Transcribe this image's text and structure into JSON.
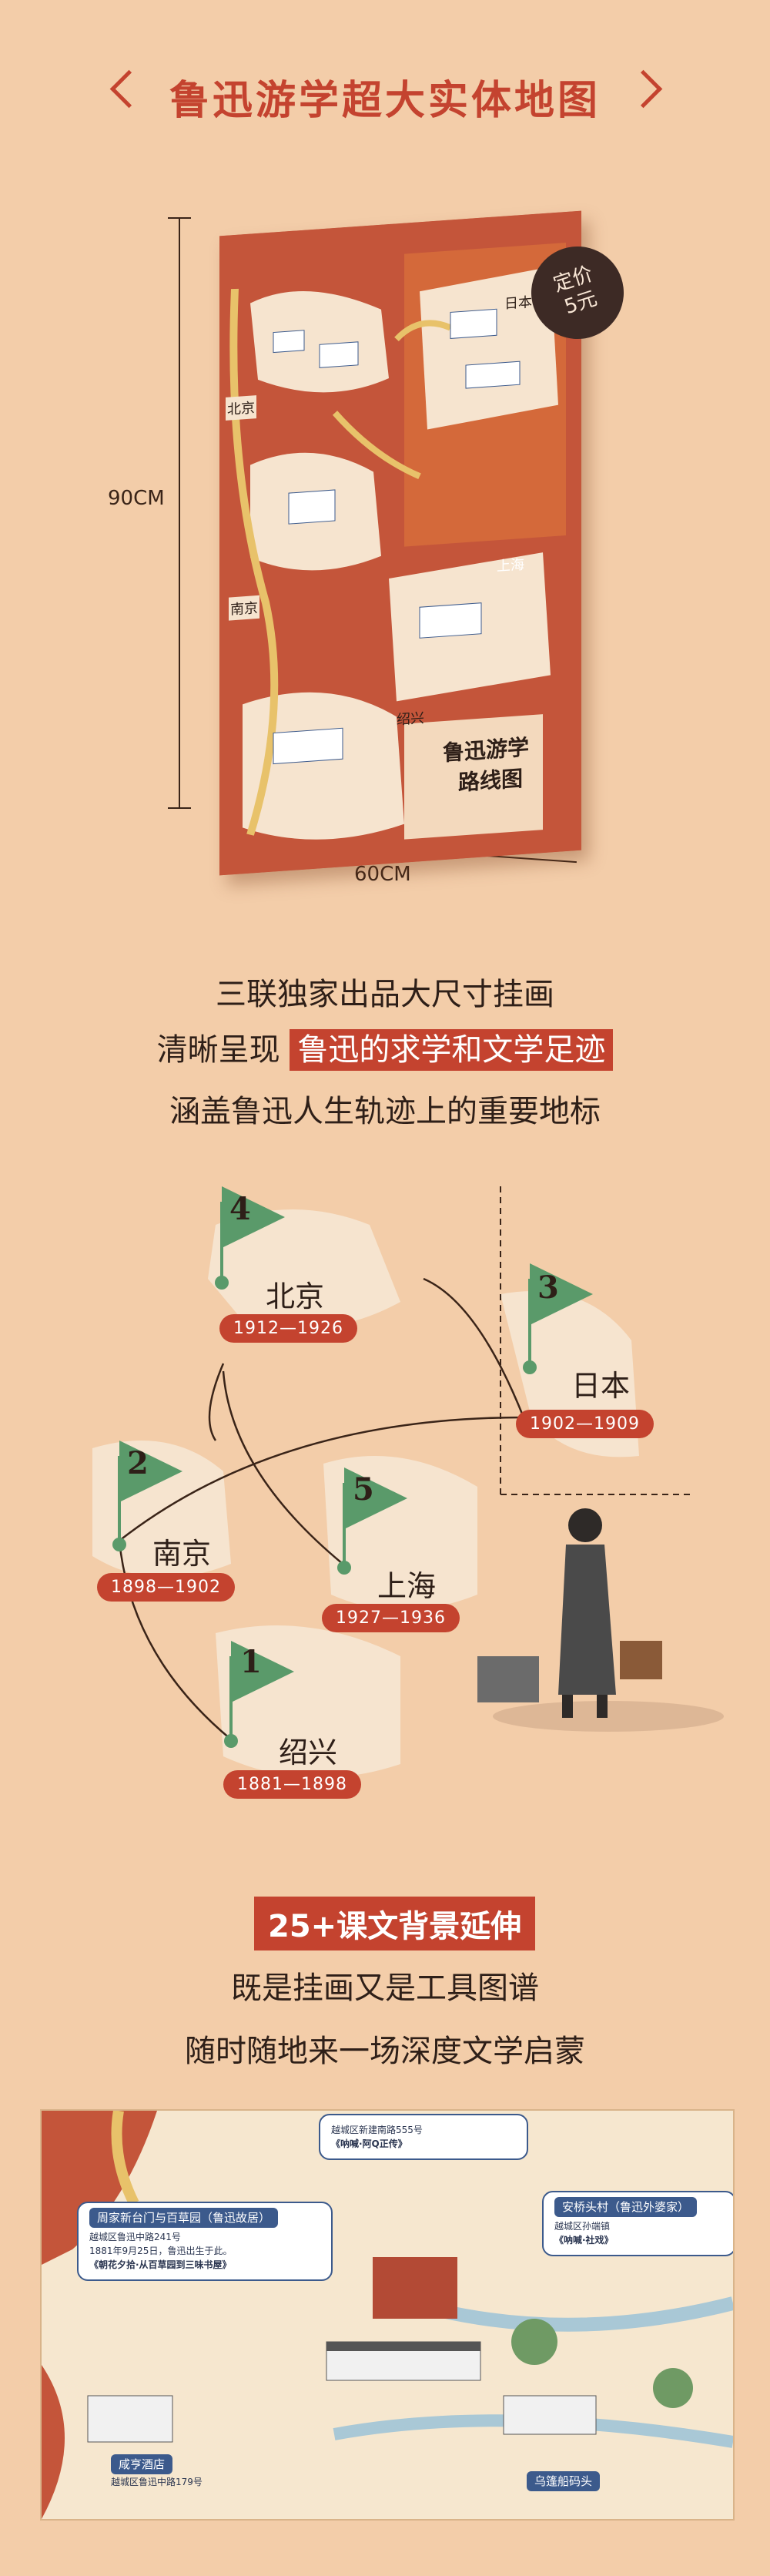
{
  "header": {
    "title": "鲁迅游学超大实体地图"
  },
  "poster": {
    "height_label": "90CM",
    "width_label": "60CM",
    "price_line1": "定价",
    "price_line2": "5元",
    "poster_title_1": "鲁迅游学",
    "poster_title_2": "路线图",
    "places": [
      "北京",
      "日本",
      "南京",
      "上海",
      "绍兴"
    ]
  },
  "features": {
    "line1": "三联独家出品大尺寸挂画",
    "line2_prefix": "清晰呈现",
    "line2_highlight": "鲁迅的求学和文学足迹",
    "line3": "涵盖鲁迅人生轨迹上的重要地标"
  },
  "route_map": {
    "stops": [
      {
        "num": "4",
        "city": "北京",
        "years": "1912—1926"
      },
      {
        "num": "3",
        "city": "日本",
        "years": "1902—1909"
      },
      {
        "num": "2",
        "city": "南京",
        "years": "1898—1902"
      },
      {
        "num": "5",
        "city": "上海",
        "years": "1927—1936"
      },
      {
        "num": "1",
        "city": "绍兴",
        "years": "1881—1898"
      }
    ],
    "colors": {
      "flag": "#5a9a6a",
      "accent": "#c4432f",
      "land": "#f6e4cf"
    }
  },
  "extension": {
    "badge": "25+课文背景延伸",
    "line1": "既是挂画又是工具图谱",
    "line2": "随时随地来一场深度文学启蒙"
  },
  "detail": {
    "card1_tag": "周家新台门与百草园（鲁迅故居）",
    "card1_addr": "越城区鲁迅中路241号",
    "card1_text": "1881年9月25日，鲁迅出生于此。",
    "card1_book": "《朝花夕拾·从百草园到三味书屋》",
    "card2_addr": "越城区新建南路555号",
    "card2_book": "《呐喊·阿Q正传》",
    "card3_tag": "安桥头村（鲁迅外婆家）",
    "card3_addr": "越城区孙端镇",
    "card3_book": "《呐喊·社戏》",
    "card4_tag": "咸亨酒店",
    "card4_addr": "越城区鲁迅中路179号",
    "card5_tag": "乌篷船码头"
  }
}
